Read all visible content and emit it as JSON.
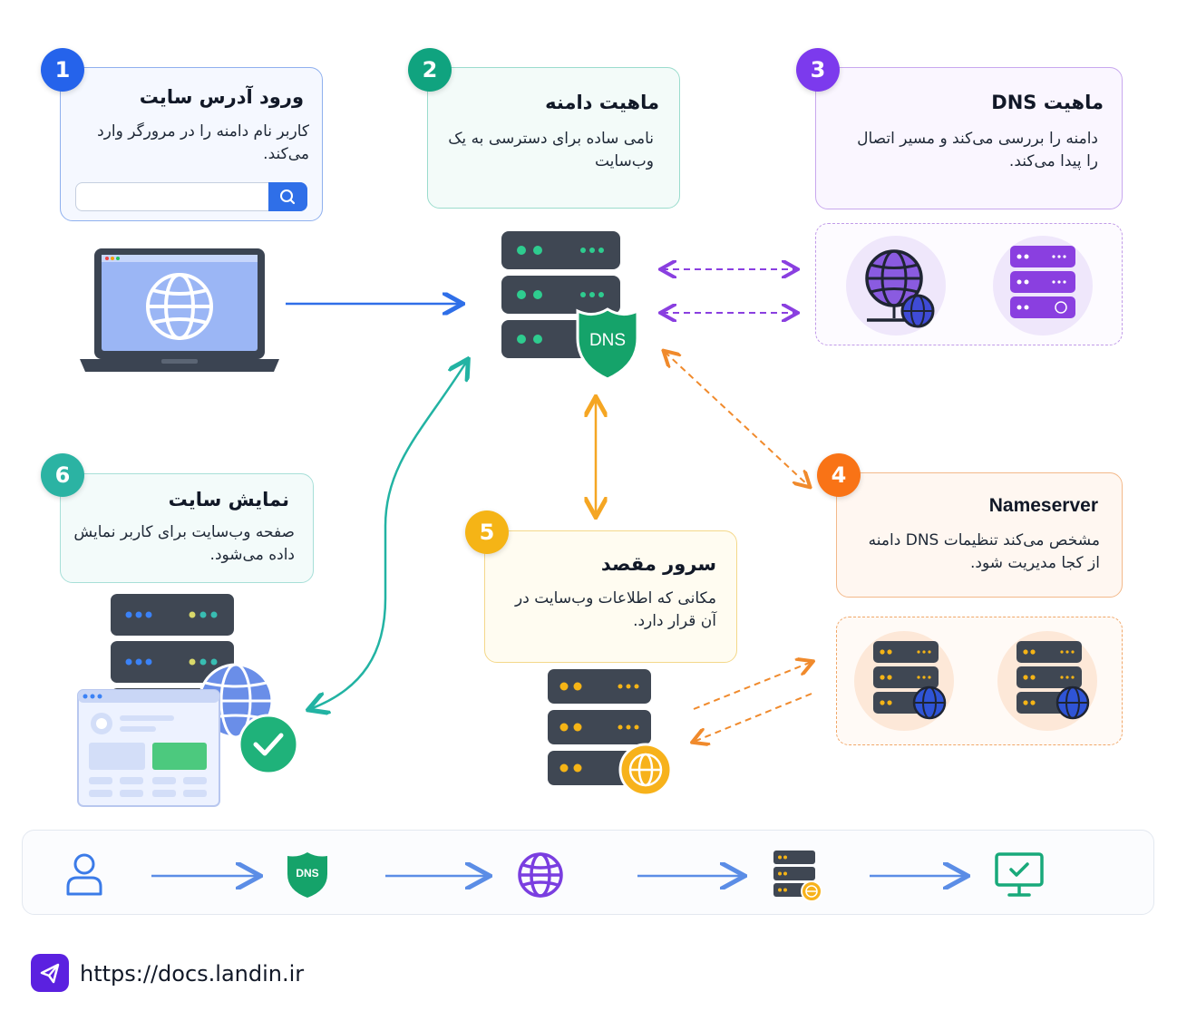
{
  "steps": [
    {
      "number": "1",
      "title": "ورود آدرس سایت",
      "desc": "کاربر نام دامنه را در مرورگر وارد می‌کند.",
      "color": "#2563eb"
    },
    {
      "number": "2",
      "title": "ماهیت دامنه",
      "desc": "نامی ساده برای دسترسی به یک وب‌سایت",
      "color": "#10a37f"
    },
    {
      "number": "3",
      "title": "ماهیت DNS",
      "desc": "دامنه را بررسی می‌کند و مسیر اتصال را پیدا می‌کند.",
      "color": "#7c3aed"
    },
    {
      "number": "4",
      "title": "Nameserver",
      "desc": "مشخص می‌کند تنظیمات DNS دامنه از کجا مدیریت شود.",
      "color": "#f97316"
    },
    {
      "number": "5",
      "title": "سرور مقصد",
      "desc": "مکانی که اطلاعات وب‌سایت در آن قرار دارد.",
      "color": "#f5b416"
    },
    {
      "number": "6",
      "title": "نمایش سایت",
      "desc": "صفحه وب‌سایت برای کاربر نمایش داده می‌شود.",
      "color": "#2bb3a3"
    }
  ],
  "dns_label": "DNS",
  "flow_dns_label": "DNS",
  "flow_icons": [
    "user-icon",
    "dns-shield-icon",
    "globe-icon",
    "server-icon",
    "monitor-check-icon"
  ],
  "footer": {
    "url": "https://docs.landin.ir",
    "logo_icon": "send-icon"
  }
}
